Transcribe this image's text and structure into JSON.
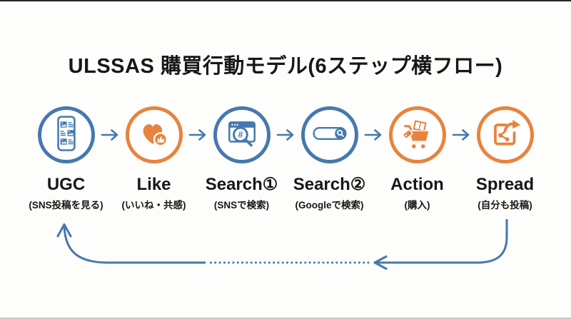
{
  "title": "ULSSAS 購買行動モデル(6ステップ横フロー)",
  "colors": {
    "blue": "#4579ae",
    "orange": "#e8833d",
    "text": "#171717",
    "background": "#fdfdfb"
  },
  "steps": [
    {
      "label": "UGC",
      "sublabel": "(SNS投稿を見る)",
      "icon": "smartphone-feed-icon",
      "ring": "blue"
    },
    {
      "label": "Like",
      "sublabel": "(いいね・共感)",
      "icon": "heart-thumbsup-icon",
      "ring": "orange"
    },
    {
      "label": "Search①",
      "sublabel": "(SNSで検索)",
      "icon": "browser-hashtag-search-icon",
      "ring": "blue"
    },
    {
      "label": "Search②",
      "sublabel": "(Googleで検索)",
      "icon": "search-bar-icon",
      "ring": "blue"
    },
    {
      "label": "Action",
      "sublabel": "(購入)",
      "icon": "shopping-cart-icon",
      "ring": "orange"
    },
    {
      "label": "Spread",
      "sublabel": "(自分も投稿)",
      "icon": "share-icon",
      "ring": "orange"
    }
  ],
  "flow_arrows": {
    "count_between_steps": 5,
    "color": "#4579ae"
  },
  "feedback_loop": {
    "from": "Spread",
    "to": "UGC",
    "color": "#4579ae",
    "style": "solid with dotted middle segment"
  }
}
